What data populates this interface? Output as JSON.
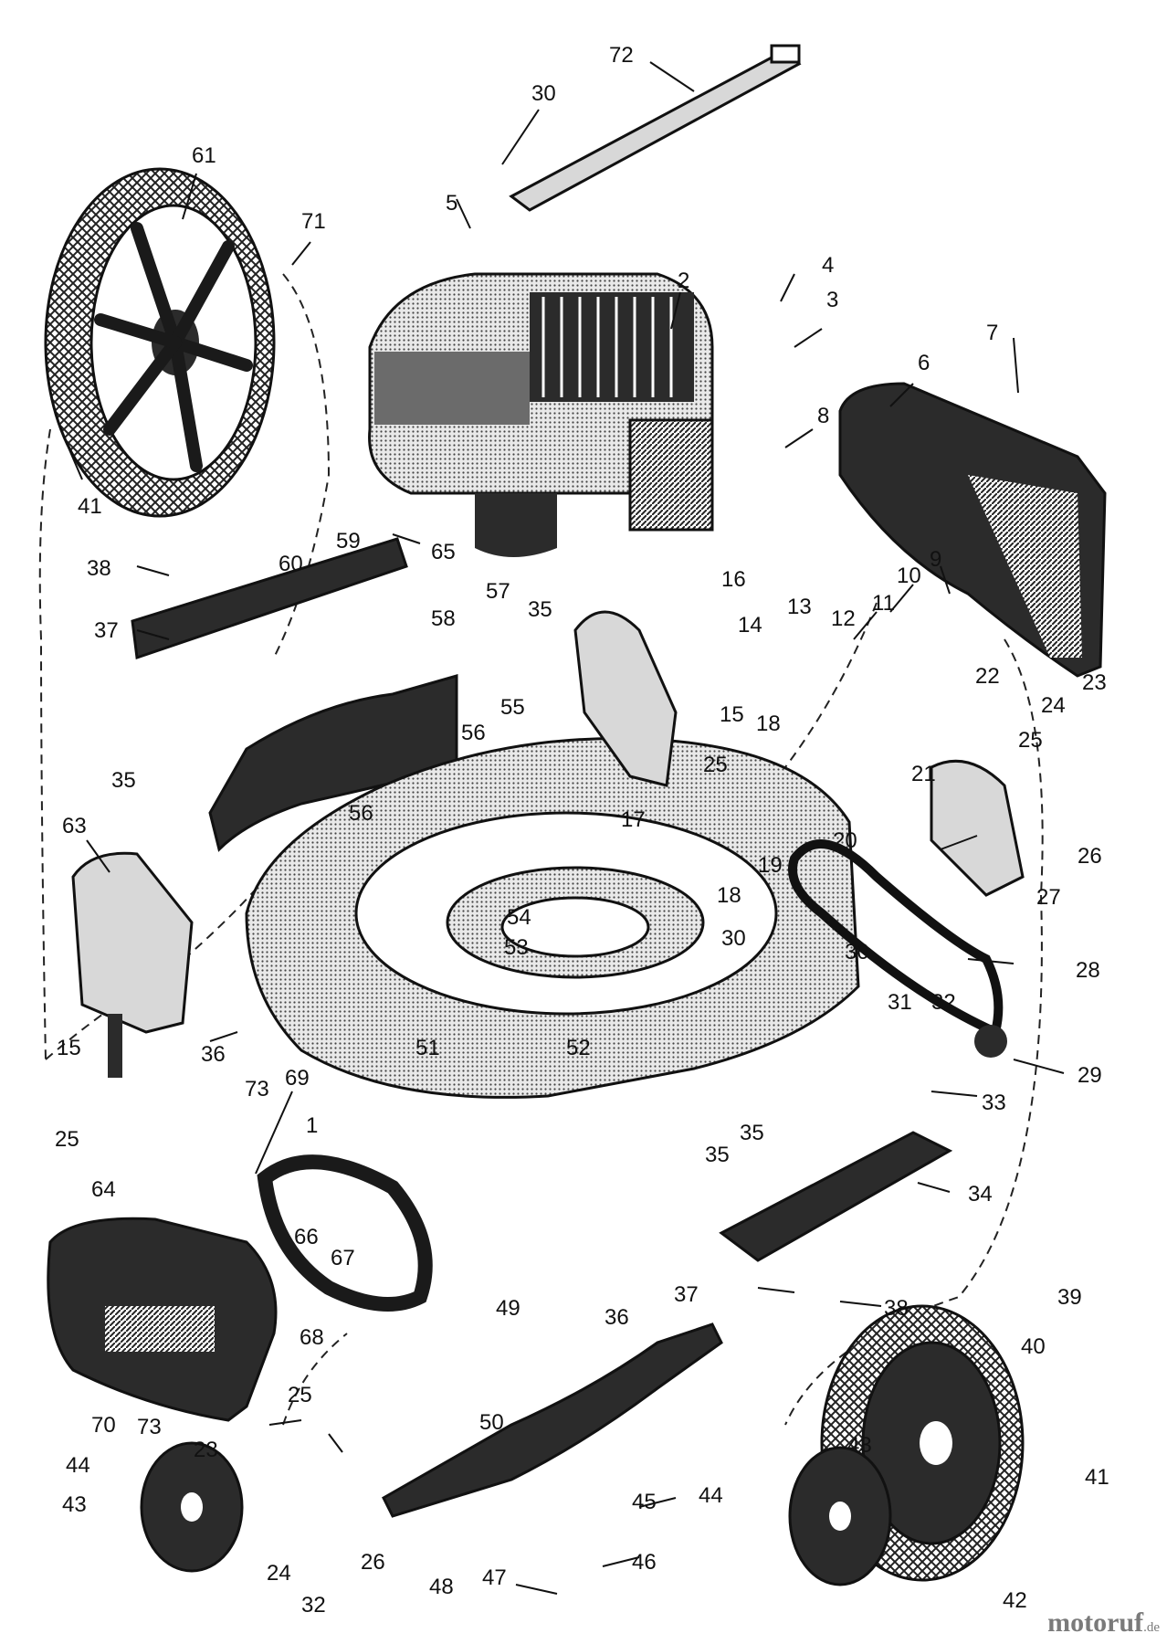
{
  "labels": {
    "l1": "1",
    "l2": "2",
    "l3": "3",
    "l4": "4",
    "l5": "5",
    "l6": "6",
    "l7": "7",
    "l8": "8",
    "l9": "9",
    "l10": "10",
    "l11": "11",
    "l12": "12",
    "l13": "13",
    "l14": "14",
    "l15a": "15",
    "l15b": "15",
    "l16": "16",
    "l17": "17",
    "l18a": "18",
    "l18b": "18",
    "l19": "19",
    "l20": "20",
    "l21": "21",
    "l22": "22",
    "l23a": "23",
    "l23b": "23",
    "l24a": "24",
    "l24b": "24",
    "l25a": "25",
    "l25b": "25",
    "l25c": "25",
    "l25d": "25",
    "l26a": "26",
    "l26b": "26",
    "l27": "27",
    "l28": "28",
    "l29": "29",
    "l30a": "30",
    "l30b": "30",
    "l30c": "30",
    "l31": "31",
    "l32a": "32",
    "l32b": "32",
    "l33": "33",
    "l34": "34",
    "l35a": "35",
    "l35b": "35",
    "l35c": "35",
    "l35d": "35",
    "l36a": "36",
    "l36b": "36",
    "l37a": "37",
    "l37b": "37",
    "l38a": "38",
    "l38b": "38",
    "l39": "39",
    "l40": "40",
    "l41a": "41",
    "l41b": "41",
    "l42": "42",
    "l43a": "43",
    "l43b": "43",
    "l44a": "44",
    "l44b": "44",
    "l45": "45",
    "l46": "46",
    "l47": "47",
    "l48": "48",
    "l49": "49",
    "l50": "50",
    "l51": "51",
    "l52": "52",
    "l53": "53",
    "l54": "54",
    "l55": "55",
    "l56a": "56",
    "l56b": "56",
    "l57": "57",
    "l58": "58",
    "l59": "59",
    "l60": "60",
    "l61": "61",
    "l63": "63",
    "l64": "64",
    "l65": "65",
    "l66": "66",
    "l67": "67",
    "l68": "68",
    "l69": "69",
    "l70": "70",
    "l71": "71",
    "l72": "72",
    "l73a": "73",
    "l73b": "73"
  },
  "watermark": {
    "name": "motoruf",
    "suffix": ".de"
  },
  "colors": {
    "ink": "#111111",
    "shade": "#2b2b2b",
    "watermark": "#7a7a7a"
  }
}
